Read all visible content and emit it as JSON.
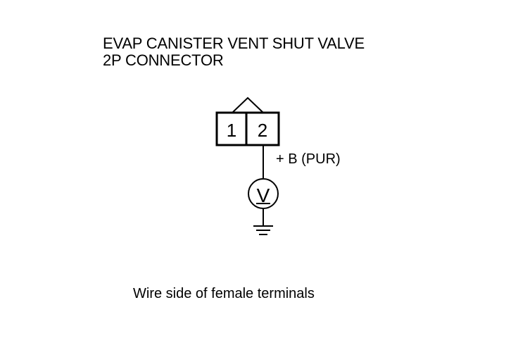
{
  "diagram": {
    "title_line1": "EVAP CANISTER VENT SHUT VALVE",
    "title_line2": "2P CONNECTOR",
    "connector": {
      "terminal_1": "1",
      "terminal_2": "2"
    },
    "wire_label": "+ B (PUR)",
    "meter_symbol": "V",
    "meter_icon": "voltmeter-icon",
    "ground_icon": "ground-icon",
    "caption": "Wire side of female terminals"
  }
}
